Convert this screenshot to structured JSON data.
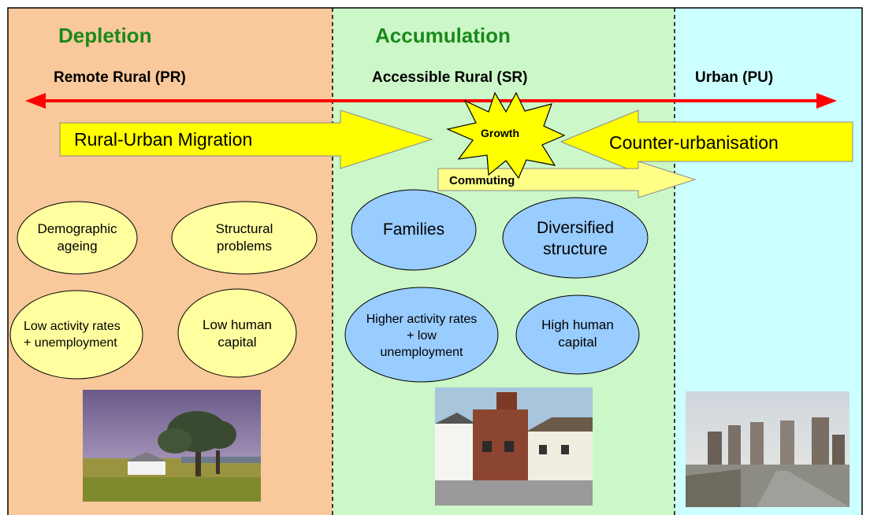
{
  "headings": {
    "depletion": "Depletion",
    "accumulation": "Accumulation"
  },
  "regions": {
    "remote_rural": "Remote Rural (PR)",
    "accessible_rural": "Accessible Rural (SR)",
    "urban": "Urban (PU)"
  },
  "flows": {
    "rural_urban_migration": "Rural-Urban Migration",
    "counter_urbanisation": "Counter-urbanisation",
    "commuting": "Commuting",
    "growth": "Growth"
  },
  "depletion_factors": [
    "Demographic ageing",
    "Structural problems",
    "Low activity rates + unemployment",
    "Low human capital"
  ],
  "accumulation_factors": [
    "Families",
    "Diversified structure",
    "Higher activity rates + low unemployment",
    "High human capital"
  ],
  "colors": {
    "depletion_zone": "#f9c89b",
    "accumulation_zone": "#ccf7c8",
    "urban_zone": "#ccffff",
    "heading_green": "#1a8a1a",
    "axis_arrow": "#ff0000",
    "flow_arrow": "#ffff00",
    "depletion_oval": "#ffffa0",
    "accumulation_oval": "#99ccff"
  }
}
